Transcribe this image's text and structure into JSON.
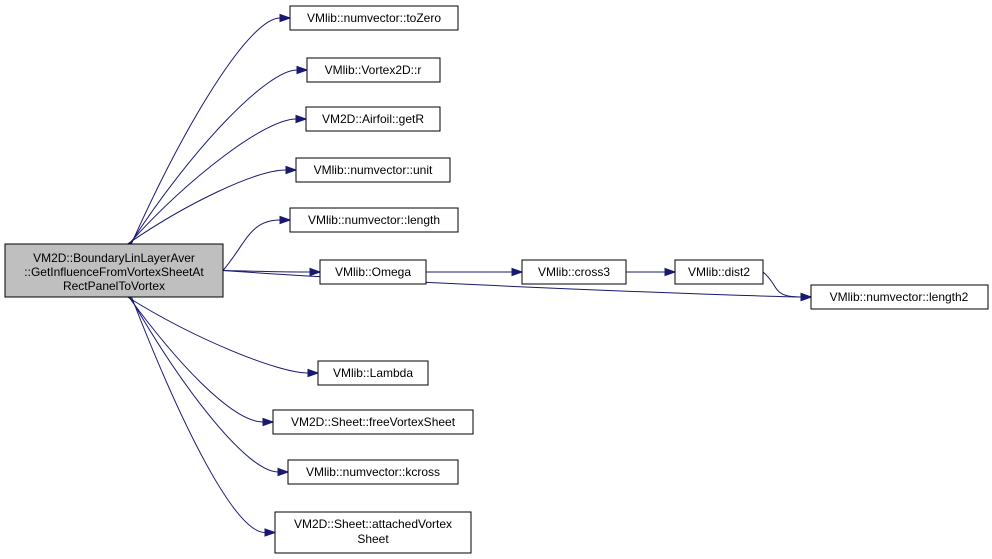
{
  "nodes": {
    "root": {
      "lines": [
        "VM2D::BoundaryLinLayerAver",
        "::GetInfluenceFromVortexSheetAt",
        "RectPanelToVortex"
      ]
    },
    "tozero": {
      "lines": [
        "VMlib::numvector::toZero"
      ]
    },
    "r": {
      "lines": [
        "VMlib::Vortex2D::r"
      ]
    },
    "getr": {
      "lines": [
        "VM2D::Airfoil::getR"
      ]
    },
    "unit": {
      "lines": [
        "VMlib::numvector::unit"
      ]
    },
    "length": {
      "lines": [
        "VMlib::numvector::length"
      ]
    },
    "omega": {
      "lines": [
        "VMlib::Omega"
      ]
    },
    "cross3": {
      "lines": [
        "VMlib::cross3"
      ]
    },
    "dist2": {
      "lines": [
        "VMlib::dist2"
      ]
    },
    "length2": {
      "lines": [
        "VMlib::numvector::length2"
      ]
    },
    "lambda": {
      "lines": [
        "VMlib::Lambda"
      ]
    },
    "freesheet": {
      "lines": [
        "VM2D::Sheet::freeVortexSheet"
      ]
    },
    "kcross": {
      "lines": [
        "VMlib::numvector::kcross"
      ]
    },
    "attsheet": {
      "lines": [
        "VM2D::Sheet::attachedVortex",
        "Sheet"
      ]
    }
  },
  "edges": [
    [
      "root",
      "tozero"
    ],
    [
      "root",
      "r"
    ],
    [
      "root",
      "getr"
    ],
    [
      "root",
      "unit"
    ],
    [
      "root",
      "length"
    ],
    [
      "root",
      "omega"
    ],
    [
      "root",
      "length2"
    ],
    [
      "root",
      "lambda"
    ],
    [
      "root",
      "freesheet"
    ],
    [
      "root",
      "kcross"
    ],
    [
      "root",
      "attsheet"
    ],
    [
      "omega",
      "cross3"
    ],
    [
      "cross3",
      "dist2"
    ],
    [
      "dist2",
      "length2"
    ]
  ]
}
